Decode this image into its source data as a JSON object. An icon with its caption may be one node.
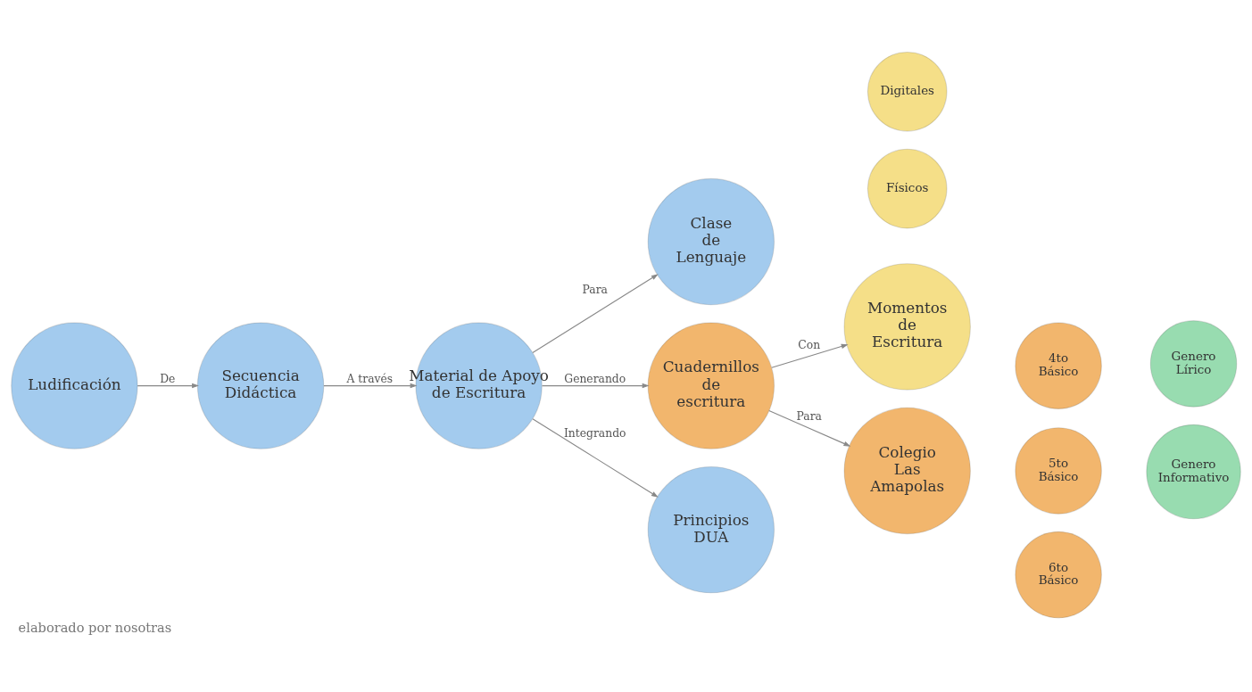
{
  "diagram": {
    "caption": "elaborado por nosotras",
    "nodes": [
      {
        "text": [
          "Físicos"
        ]
      },
      {
        "text": [
          "Digitales"
        ]
      },
      {
        "text": [
          "Momentos de Escritura"
        ]
      },
      {
        "text": [
          "Clase de Lenguaje"
        ]
      },
      {
        "text": [
          "Ludificación"
        ]
      },
      {
        "text": [
          "Secuencia Didáctica"
        ]
      },
      {
        "text": [
          "Material de Apoyo de Escritura"
        ]
      },
      {
        "text": [
          "Cuadernillos de escritura"
        ]
      },
      {
        "text": [
          "Colegio Las Amapolas"
        ]
      },
      {
        "text": [
          "4to Básico"
        ]
      },
      {
        "text": [
          "Genero Lírico"
        ]
      },
      {
        "text": [
          "5to Básico"
        ]
      },
      {
        "text": [
          "Genero Informativo"
        ]
      },
      {
        "text": [
          "6to Básico"
        ]
      },
      {
        "text": [
          "Principios DUA"
        ]
      }
    ],
    "edges": [
      {
        "from": 4,
        "to": 5,
        "arrow": "to",
        "label": "De"
      },
      {
        "from": 5,
        "to": 6,
        "arrow": "to",
        "label": "A través"
      },
      {
        "from": 6,
        "to": 3,
        "arrow": "to",
        "label": "Para"
      },
      {
        "from": 6,
        "to": 14,
        "arrow": "to",
        "label": "Integrando"
      },
      {
        "from": 6,
        "to": 7,
        "arrow": "to",
        "label": "Generando"
      },
      {
        "from": 7,
        "to": 2,
        "arrow": "to",
        "label": "Con"
      },
      {
        "from": 7,
        "to": 8,
        "arrow": "to",
        "label": "Para"
      }
    ]
  }
}
